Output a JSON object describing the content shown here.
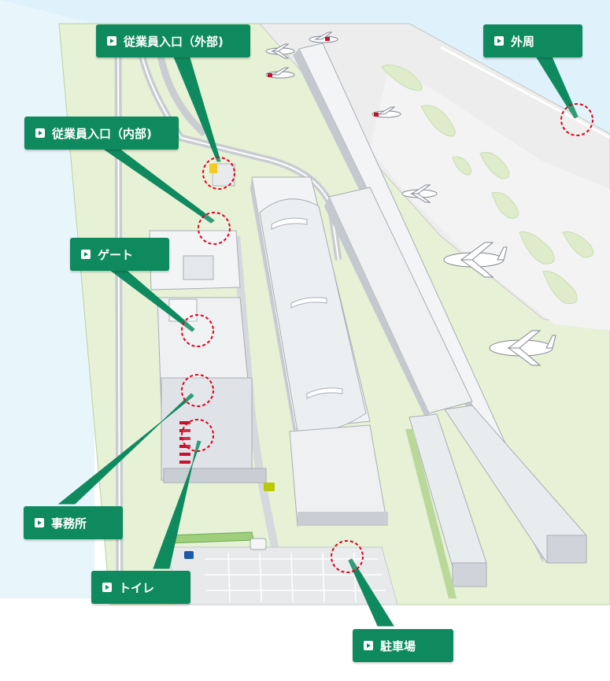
{
  "map": {
    "colors": {
      "sea": "#d9eef8",
      "land": "#e4f0d2",
      "apron": "#ececec",
      "building_top": "#f1f3f5",
      "building_side": "#c9ced4",
      "callout": "#0f8a5f",
      "marker": "#e0001b"
    }
  },
  "callouts": [
    {
      "id": "staff-entrance-outer",
      "label": "従業員入口（外部)",
      "icon": "arrow-right-icon"
    },
    {
      "id": "outer-perimeter",
      "label": "外周",
      "icon": "arrow-right-icon"
    },
    {
      "id": "staff-entrance-inner",
      "label": "従業員入口（内部)",
      "icon": "arrow-right-icon"
    },
    {
      "id": "gate",
      "label": "ゲート",
      "icon": "arrow-right-icon"
    },
    {
      "id": "office",
      "label": "事務所",
      "icon": "arrow-right-icon"
    },
    {
      "id": "toilet",
      "label": "トイレ",
      "icon": "arrow-right-icon"
    },
    {
      "id": "parking",
      "label": "駐車場",
      "icon": "arrow-right-icon"
    }
  ]
}
